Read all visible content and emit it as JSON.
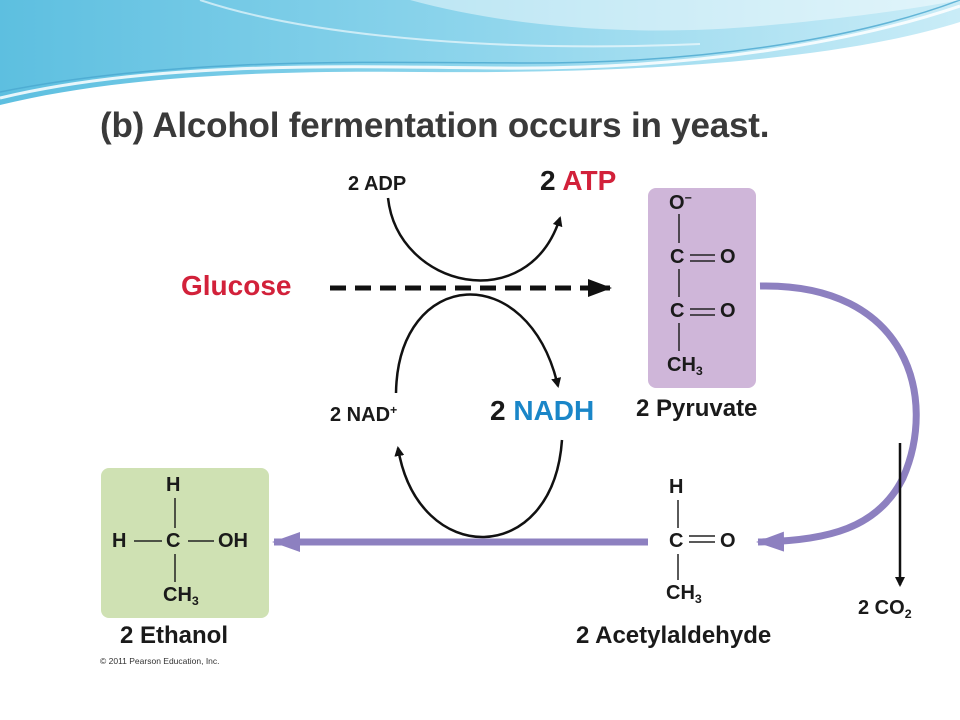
{
  "slide": {
    "title": "(b) Alcohol fermentation occurs in yeast.",
    "copyright": "© 2011 Pearson Education, Inc."
  },
  "diagram": {
    "inputs": {
      "glucose": "Glucose",
      "adp": "2 ADP",
      "atp_count": "2",
      "atp": "ATP",
      "nad_main": "2 NAD",
      "nad_sup": "+",
      "nadh_count": "2",
      "nadh": "NADH"
    },
    "pyruvate": {
      "label": "2 Pyruvate",
      "atoms": {
        "o_minus": "O",
        "minus": "−",
        "c1": "C",
        "o1": "O",
        "c2": "C",
        "o2": "O",
        "ch": "CH",
        "ch_sub": "3"
      }
    },
    "acetaldehyde": {
      "label": "2 Acetylaldehyde",
      "atoms": {
        "h": "H",
        "c": "C",
        "o": "O",
        "ch": "CH",
        "ch_sub": "3"
      }
    },
    "ethanol": {
      "label": "2 Ethanol",
      "atoms": {
        "h_top": "H",
        "h_left": "H",
        "c": "C",
        "oh": "OH",
        "ch": "CH",
        "ch_sub": "3"
      }
    },
    "co2": {
      "main": "2 CO",
      "sub": "2"
    },
    "colors": {
      "red": "#d2213a",
      "blue": "#1a86c8",
      "purple_arrow": "#8d80c0",
      "pyruvate_box": "#cfb6d9",
      "ethanol_box": "#cfe1b3"
    }
  }
}
